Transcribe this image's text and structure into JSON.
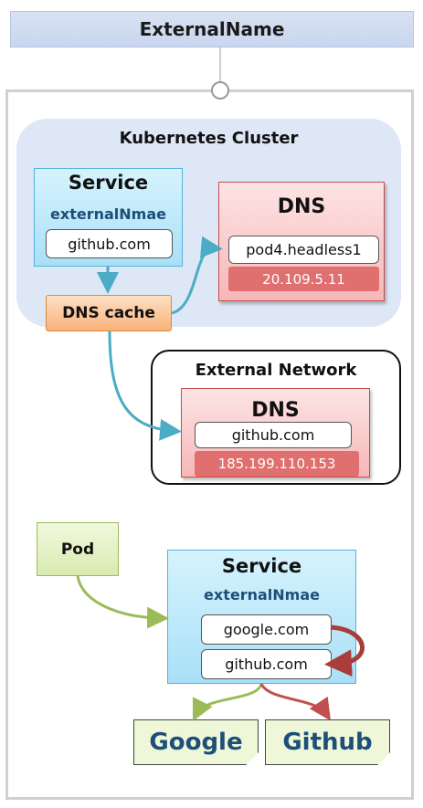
{
  "title": "ExternalName",
  "cluster": {
    "label": "Kubernetes Cluster",
    "service": {
      "title": "Service",
      "type": "externalNmae",
      "host": "github.com"
    },
    "dns": {
      "title": "DNS",
      "record": "pod4.headless1",
      "ip": "20.109.5.11"
    }
  },
  "dns_cache": "DNS cache",
  "external_network": {
    "label": "External Network",
    "dns": {
      "title": "DNS",
      "record": "github.com",
      "ip": "185.199.110.153"
    }
  },
  "pod": "Pod",
  "service2": {
    "title": "Service",
    "type": "externalNmae",
    "hosts": [
      "google.com",
      "github.com"
    ]
  },
  "targets": [
    "Google",
    "Github"
  ],
  "colors": {
    "blue_arrow": "#4bacc6",
    "green_arrow": "#9bbb59",
    "red_arrow": "#c0504d"
  }
}
